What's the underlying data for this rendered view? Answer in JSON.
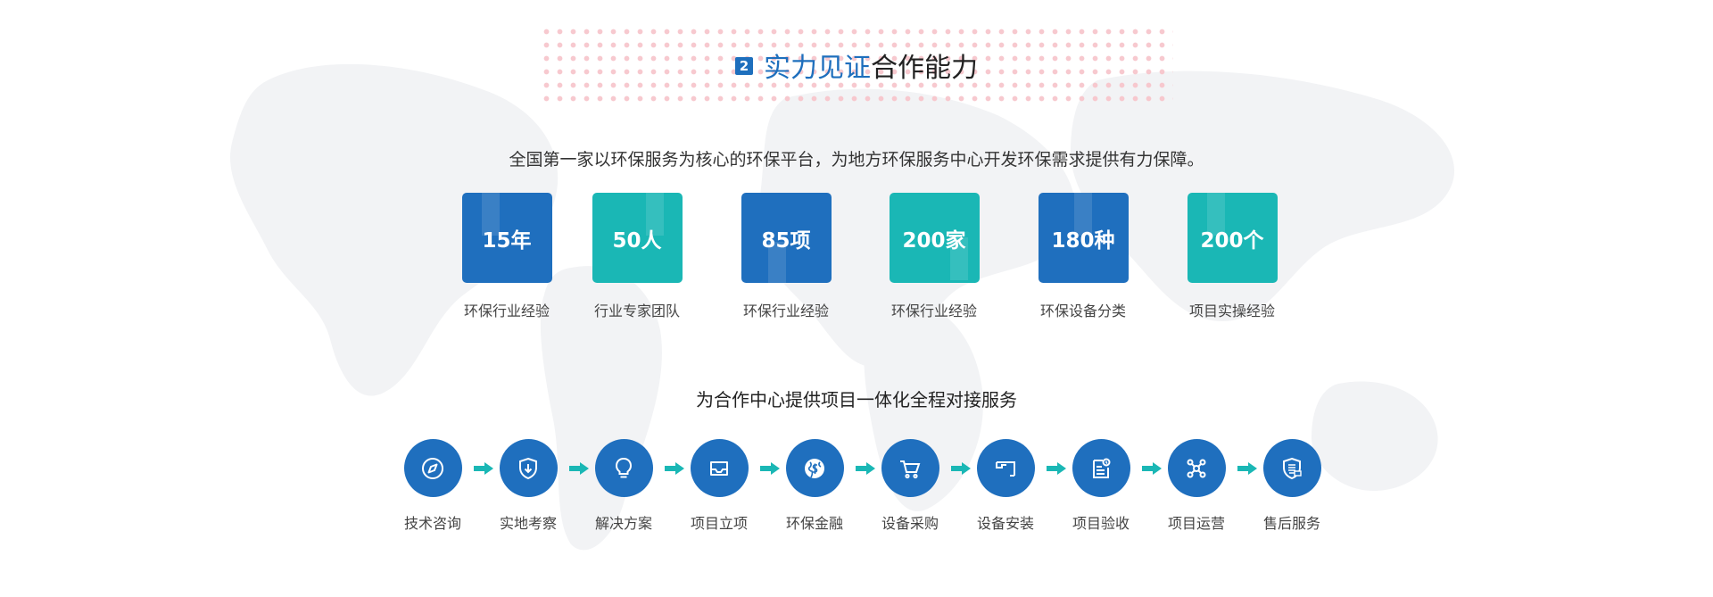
{
  "title": {
    "number": "2",
    "highlight": "实力见证",
    "rest": "合作能力"
  },
  "intro": "全国第一家以环保服务为核心的环保平台，为地方环保服务中心开发环保需求提供有力保障。",
  "stats": [
    {
      "value": "15年",
      "label": "环保行业经验",
      "color": "#1f6fbe"
    },
    {
      "value": "50人",
      "label": "行业专家团队",
      "color": "#1ab7b5"
    },
    {
      "value": "85项",
      "label": "环保行业经验",
      "color": "#1f6fbe"
    },
    {
      "value": "200家",
      "label": "环保行业经验",
      "color": "#1ab7b5"
    },
    {
      "value": "180种",
      "label": "环保设备分类",
      "color": "#1f6fbe"
    },
    {
      "value": "200个",
      "label": "项目实操经验",
      "color": "#1ab7b5"
    }
  ],
  "process_title": "为合作中心提供项目一体化全程对接服务",
  "steps": [
    {
      "label": "技术咨询",
      "icon": "compass-icon"
    },
    {
      "label": "实地考察",
      "icon": "shield-download-icon"
    },
    {
      "label": "解决方案",
      "icon": "lightbulb-icon"
    },
    {
      "label": "项目立项",
      "icon": "inbox-tray-icon"
    },
    {
      "label": "环保金融",
      "icon": "globe-dollar-icon"
    },
    {
      "label": "设备采购",
      "icon": "shopping-cart-icon"
    },
    {
      "label": "设备安装",
      "icon": "install-frame-icon"
    },
    {
      "label": "项目验收",
      "icon": "checklist-icon"
    },
    {
      "label": "项目运营",
      "icon": "network-nodes-icon"
    },
    {
      "label": "售后服务",
      "icon": "service-badge-icon"
    }
  ],
  "colors": {
    "brand_blue": "#1f6fbe",
    "brand_teal": "#1ab7b5",
    "arrow_teal": "#1ab7b5",
    "dot_pink": "#f7c6cc"
  }
}
